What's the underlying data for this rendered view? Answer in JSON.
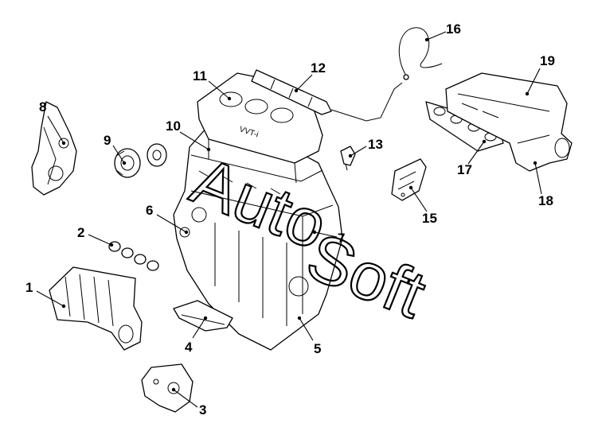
{
  "diagram": {
    "callouts": [
      "1",
      "2",
      "3",
      "4",
      "5",
      "6",
      "7",
      "8",
      "9",
      "10",
      "11",
      "12",
      "13",
      "15",
      "16",
      "17",
      "18",
      "19"
    ],
    "watermark": {
      "word1": "Auto",
      "word2": "Soft"
    },
    "engine_cover_text": "VVT-i"
  }
}
